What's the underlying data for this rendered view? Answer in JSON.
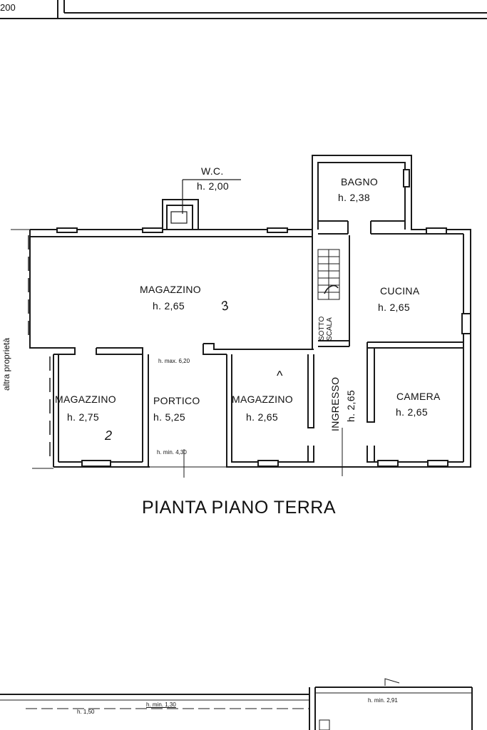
{
  "header_scale": "200",
  "side_label": "altra proprietà",
  "title": "PIANTA PIANO TERRA",
  "rooms": {
    "wc": {
      "name": "W.C.",
      "height": "h. 2,00"
    },
    "bagno": {
      "name": "BAGNO",
      "height": "h. 2,38"
    },
    "magazzino_main": {
      "name": "MAGAZZINO",
      "height": "h. 2,65",
      "mark": "3"
    },
    "cucina": {
      "name": "CUCINA",
      "height": "h. 2,65"
    },
    "sottoscala": {
      "line1": "SOTTO",
      "line2": "SCALA"
    },
    "magazzino_left": {
      "name": "MAGAZZINO",
      "height": "h. 2,75",
      "mark": "2"
    },
    "portico": {
      "name": "PORTICO",
      "height": "h. 5,25",
      "hmax": "h. max. 6,20",
      "hmin": "h. min. 4,30"
    },
    "magazzino_mid": {
      "name": "MAGAZZINO",
      "height": "h. 2,65",
      "mark": "^"
    },
    "ingresso": {
      "name": "INGRESSO",
      "height": "h. 2,65"
    },
    "camera": {
      "name": "CAMERA",
      "height": "h. 2,65"
    }
  },
  "lower_plan": {
    "h1": "h. 1,50",
    "hmin1": "h. min. 1,30",
    "hmin2": "h. min. 2,91"
  }
}
